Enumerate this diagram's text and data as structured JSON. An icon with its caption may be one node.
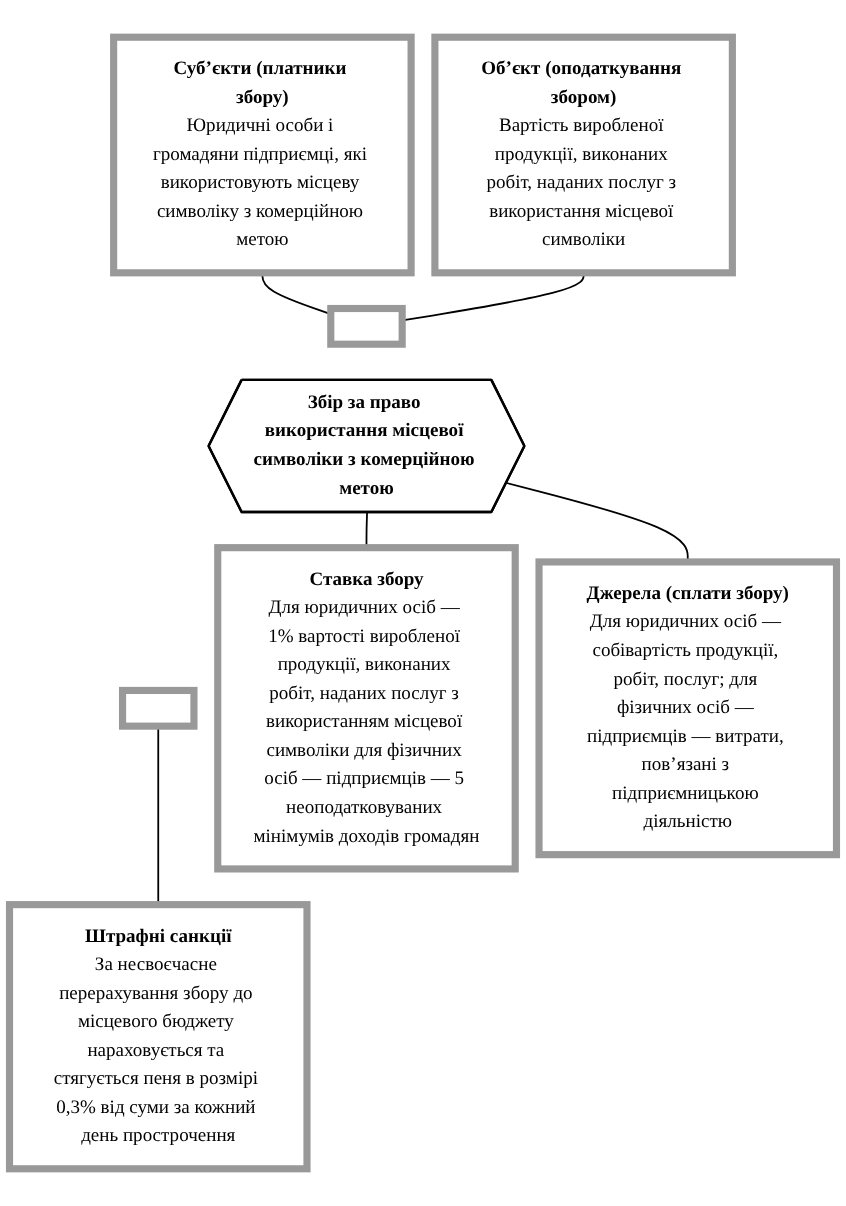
{
  "diagram": {
    "nodes": [
      {
        "text": [
          "Суб’єкти (платники збору)",
          "Юридичні особи і громадяни підприємці, які використовують місцеву символіку з комерційною метою"
        ]
      },
      {
        "text": [
          "Об’єкт (оподаткування збором)",
          "Вартість виробленої продукції, виконаних робіт, наданих послуг з використання місцевої символіки"
        ]
      },
      {
        "text": [],
        "shape": "box"
      },
      {
        "text": [
          "Збір за право використання місцевої символіки з комерційною метою"
        ]
      },
      {
        "text": [],
        "shape": "box"
      },
      {
        "text": [
          "Ставка збору",
          "Для юридичних осіб — 1% вартості виробленої продукції, виконаних робіт, наданих послуг з використанням місцевої символіки для фізичних осіб — підприємців — 5 неоподатковуваних мінімумів доходів громадян"
        ]
      },
      {
        "text": [
          "Джерела (сплати збору)",
          "Для юридичних осіб — собівартість продукції, робіт, послуг; для фізичних осіб — підприємців — витрати, пов’язані з підприємницькою діяльністю"
        ]
      },
      {
        "text": [
          "Штрафні санкції",
          "За несвоєчасне перерахування збору до місцевого бюджету нараховується та стягується пеня в розмірі 0,3% від суми за кожний день прострочення"
        ]
      }
    ],
    "edges": [
      {
        "from": 0,
        "to": 2,
        "arrow": "none"
      },
      {
        "from": 1,
        "to": 2,
        "arrow": "none"
      },
      {
        "from": 3,
        "to": 5,
        "arrow": "none"
      },
      {
        "from": 3,
        "to": 6,
        "arrow": "none"
      },
      {
        "from": 4,
        "to": 7,
        "arrow": "none"
      }
    ]
  }
}
